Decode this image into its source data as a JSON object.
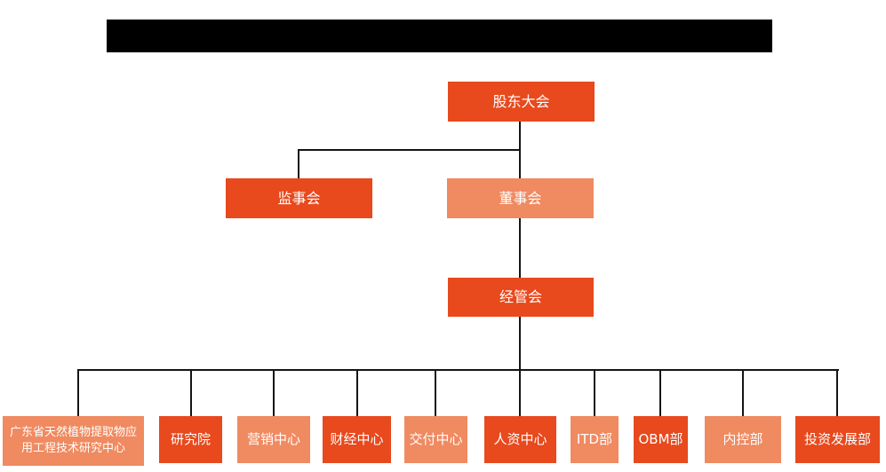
{
  "page": {
    "redacted_title_bar": true
  },
  "colors": {
    "primary_orange": "#e8491d",
    "secondary_salmon": "#f08a60",
    "connector_line": "#151515",
    "node_text": "#ffffff",
    "redaction_bar": "#000000",
    "background": "#ffffff"
  },
  "org": {
    "type": "org-chart",
    "nodes": {
      "shareholders": {
        "label": "股东大会",
        "variant": "primary"
      },
      "supervisory": {
        "label": "监事会",
        "variant": "primary"
      },
      "directors": {
        "label": "董事会",
        "variant": "secondary"
      },
      "management": {
        "label": "经管会",
        "variant": "primary"
      },
      "research_center": {
        "label": "广东省天然植物提取物应用工程技术研究中心",
        "variant": "secondary"
      },
      "research_institute": {
        "label": "研究院",
        "variant": "primary"
      },
      "marketing_center": {
        "label": "营销中心",
        "variant": "secondary"
      },
      "finance_center": {
        "label": "财经中心",
        "variant": "primary"
      },
      "delivery_center": {
        "label": "交付中心",
        "variant": "secondary"
      },
      "hr_center": {
        "label": "人资中心",
        "variant": "primary"
      },
      "itd_dept": {
        "label": "ITD部",
        "variant": "secondary"
      },
      "obm_dept": {
        "label": "OBM部",
        "variant": "primary"
      },
      "internal_control_dept": {
        "label": "内控部",
        "variant": "secondary"
      },
      "investment_dev_dept": {
        "label": "投资发展部",
        "variant": "primary"
      }
    },
    "hierarchy": [
      {
        "parent": "股东大会",
        "children": [
          "监事会",
          "董事会"
        ]
      },
      {
        "parent": "董事会",
        "children": [
          "经管会"
        ]
      },
      {
        "parent": "经管会",
        "children": [
          "广东省天然植物提取物应用工程技术研究中心",
          "研究院",
          "营销中心",
          "财经中心",
          "交付中心",
          "人资中心",
          "ITD部",
          "OBM部",
          "内控部",
          "投资发展部"
        ]
      }
    ]
  }
}
